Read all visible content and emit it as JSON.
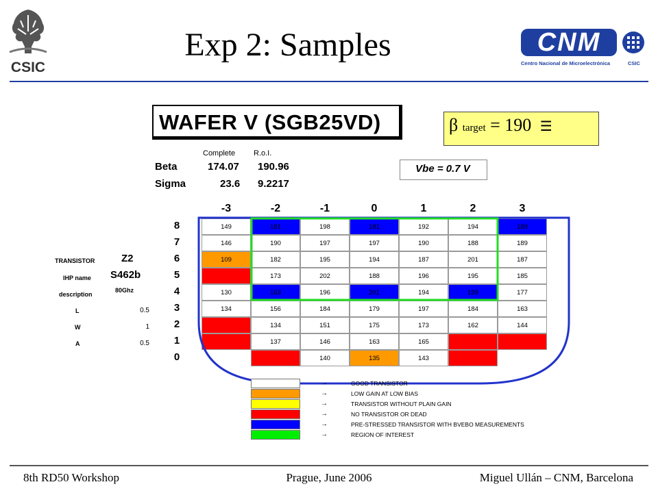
{
  "slide": {
    "title": "Exp 2: Samples",
    "left_logo_text": "CSIC",
    "right_logo_text": "CNM",
    "right_logo_caption": "Centro Nacional de Microelectrónica",
    "right_logo_caption_b": "CSIC"
  },
  "wafer": {
    "title": "WAFER V (SGB25VD)",
    "beta_target": {
      "symbol": "β",
      "sub": "target",
      "text": "= 190"
    },
    "vbe": "Vbe = 0.7 V",
    "stats": {
      "col_complete": "Complete",
      "col_roi": "R.o.I.",
      "beta_label": "Beta",
      "beta_complete": "174.07",
      "beta_roi": "190.96",
      "sigma_label": "Sigma",
      "sigma_complete": "23.6",
      "sigma_roi": "9.2217"
    }
  },
  "transistor": {
    "transistor_label": "TRANSISTOR",
    "transistor_value": "Z2",
    "ihp_label": "IHP name",
    "ihp_value": "S462b",
    "description_label": "description",
    "description_value": "80Ghz",
    "L_label": "L",
    "L_value": "0.5",
    "W_label": "W",
    "W_value": "1",
    "A_label": "A",
    "A_value": "0.5"
  },
  "grid": {
    "columns": [
      "-3",
      "-2",
      "-1",
      "0",
      "1",
      "2",
      "3"
    ],
    "rows": [
      "8",
      "7",
      "6",
      "5",
      "4",
      "3",
      "2",
      "1",
      "0"
    ],
    "cells": [
      [
        {
          "v": "149",
          "c": "white"
        },
        {
          "v": "181",
          "c": "blue"
        },
        {
          "v": "198",
          "c": "white"
        },
        {
          "v": "181",
          "c": "blue"
        },
        {
          "v": "192",
          "c": "white"
        },
        {
          "v": "194",
          "c": "white"
        },
        {
          "v": "189",
          "c": "blue"
        }
      ],
      [
        {
          "v": "146",
          "c": "white"
        },
        {
          "v": "190",
          "c": "white"
        },
        {
          "v": "197",
          "c": "white"
        },
        {
          "v": "197",
          "c": "white"
        },
        {
          "v": "190",
          "c": "white"
        },
        {
          "v": "188",
          "c": "white"
        },
        {
          "v": "189",
          "c": "white"
        }
      ],
      [
        {
          "v": "109",
          "c": "orange"
        },
        {
          "v": "182",
          "c": "white"
        },
        {
          "v": "195",
          "c": "white"
        },
        {
          "v": "194",
          "c": "white"
        },
        {
          "v": "187",
          "c": "white"
        },
        {
          "v": "201",
          "c": "white"
        },
        {
          "v": "187",
          "c": "white"
        }
      ],
      [
        {
          "v": "",
          "c": "red"
        },
        {
          "v": "173",
          "c": "white"
        },
        {
          "v": "202",
          "c": "white"
        },
        {
          "v": "188",
          "c": "white"
        },
        {
          "v": "196",
          "c": "white"
        },
        {
          "v": "195",
          "c": "white"
        },
        {
          "v": "185",
          "c": "white"
        }
      ],
      [
        {
          "v": "130",
          "c": "white"
        },
        {
          "v": "163",
          "c": "blue"
        },
        {
          "v": "196",
          "c": "white"
        },
        {
          "v": "201",
          "c": "blue"
        },
        {
          "v": "194",
          "c": "white"
        },
        {
          "v": "199",
          "c": "blue"
        },
        {
          "v": "177",
          "c": "white"
        }
      ],
      [
        {
          "v": "134",
          "c": "white"
        },
        {
          "v": "156",
          "c": "white"
        },
        {
          "v": "184",
          "c": "white"
        },
        {
          "v": "179",
          "c": "white"
        },
        {
          "v": "197",
          "c": "white"
        },
        {
          "v": "184",
          "c": "white"
        },
        {
          "v": "163",
          "c": "white"
        }
      ],
      [
        {
          "v": "",
          "c": "red"
        },
        {
          "v": "134",
          "c": "white"
        },
        {
          "v": "151",
          "c": "white"
        },
        {
          "v": "175",
          "c": "white"
        },
        {
          "v": "173",
          "c": "white"
        },
        {
          "v": "162",
          "c": "white"
        },
        {
          "v": "144",
          "c": "white"
        }
      ],
      [
        {
          "v": "",
          "c": "red"
        },
        {
          "v": "137",
          "c": "white"
        },
        {
          "v": "146",
          "c": "white"
        },
        {
          "v": "163",
          "c": "white"
        },
        {
          "v": "165",
          "c": "white"
        },
        {
          "v": "",
          "c": "red"
        },
        {
          "v": "",
          "c": "red"
        }
      ],
      [
        {
          "v": "",
          "c": "none"
        },
        {
          "v": "",
          "c": "red"
        },
        {
          "v": "140",
          "c": "white"
        },
        {
          "v": "135",
          "c": "orange"
        },
        {
          "v": "143",
          "c": "white"
        },
        {
          "v": "",
          "c": "red"
        },
        {
          "v": "",
          "c": "none"
        }
      ]
    ]
  },
  "legend": [
    {
      "color": "#ffffff",
      "arrow": "→",
      "text": "GOOD TRANSISTOR"
    },
    {
      "color": "#ff9900",
      "arrow": "→",
      "text": "LOW GAIN AT LOW BIAS"
    },
    {
      "color": "#ffff00",
      "arrow": "→",
      "text": "TRANSISTOR WITHOUT PLAIN GAIN"
    },
    {
      "color": "#ff0000",
      "arrow": "→",
      "text": "NO TRANSISTOR OR DEAD"
    },
    {
      "color": "#0000ff",
      "arrow": "→",
      "text": "PRE-STRESSED TRANSISTOR WITH BVEBO MEASUREMENTS"
    },
    {
      "color": "#00ee00",
      "arrow": "→",
      "text": "REGION OF INTEREST"
    }
  ],
  "colors": {
    "white": "#ffffff",
    "blue": "#0000ff",
    "orange": "#ff9900",
    "red": "#ff0000",
    "none": "#ffffff",
    "roi_border": "#22dd22",
    "wafer_outline": "#2233cc"
  },
  "footer": {
    "left": "8th RD50 Workshop",
    "center": "Prague, June 2006",
    "right": "Miguel Ullán – CNM, Barcelona"
  }
}
